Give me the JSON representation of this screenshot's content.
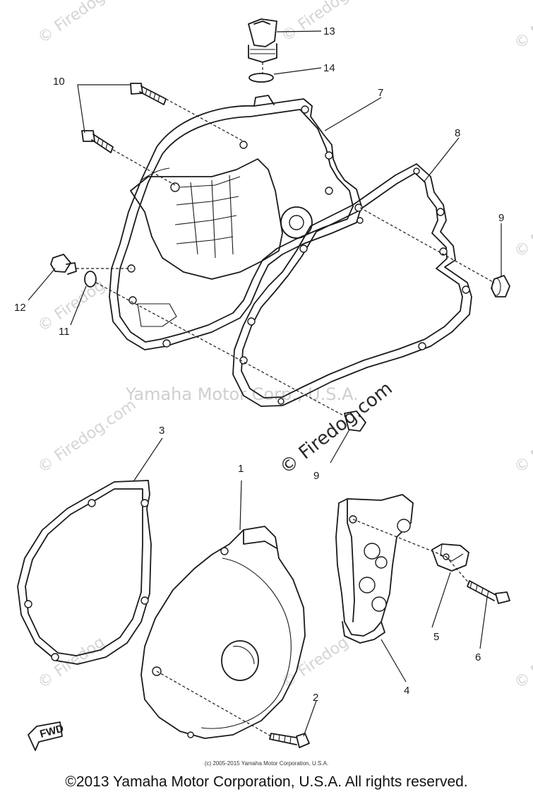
{
  "callouts": {
    "c1": "1",
    "c2": "2",
    "c3": "3",
    "c4": "4",
    "c5": "5",
    "c6": "6",
    "c7": "7",
    "c8": "8",
    "c9a": "9",
    "c9b": "9",
    "c10": "10",
    "c11": "11",
    "c12": "12",
    "c13": "13",
    "c14": "14"
  },
  "watermarks": {
    "firedog": "© Firedog.com",
    "firedog_short": "© Firedog",
    "yamaha": "Yamaha Motor Corp., U.S.A."
  },
  "fwd_label": "FWD",
  "footer": {
    "small": "(c) 2005-2015 Yamaha Motor Corporation, U.S.A.",
    "main": "©2013 Yamaha Motor Corporation, U.S.A. All rights reserved."
  }
}
